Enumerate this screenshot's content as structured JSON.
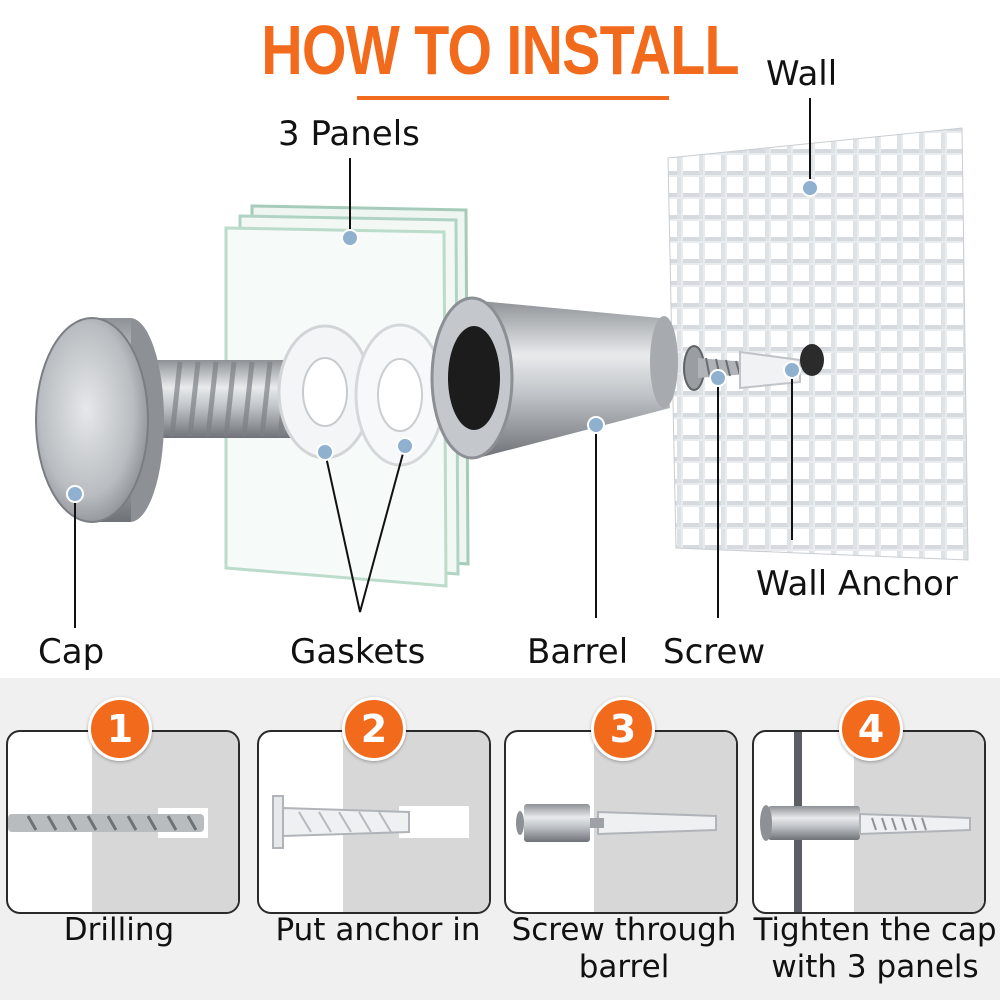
{
  "title": "HOW TO INSTALL",
  "labels": {
    "wall": "Wall",
    "panels": "3 Panels",
    "wall_anchor": "Wall Anchor",
    "cap": "Cap",
    "gaskets": "Gaskets",
    "barrel": "Barrel",
    "screw": "Screw"
  },
  "steps": [
    {
      "number": "1",
      "caption_line1": "Drilling",
      "caption_line2": ""
    },
    {
      "number": "2",
      "caption_line1": "Put anchor in",
      "caption_line2": ""
    },
    {
      "number": "3",
      "caption_line1": "Screw through",
      "caption_line2": "barrel"
    },
    {
      "number": "4",
      "caption_line1": "Tighten the cap",
      "caption_line2": "with 3 panels"
    }
  ],
  "colors": {
    "accent": "#f26b1d",
    "leader_dot": "#8fb0cf",
    "steel": "#b8bcc0"
  }
}
